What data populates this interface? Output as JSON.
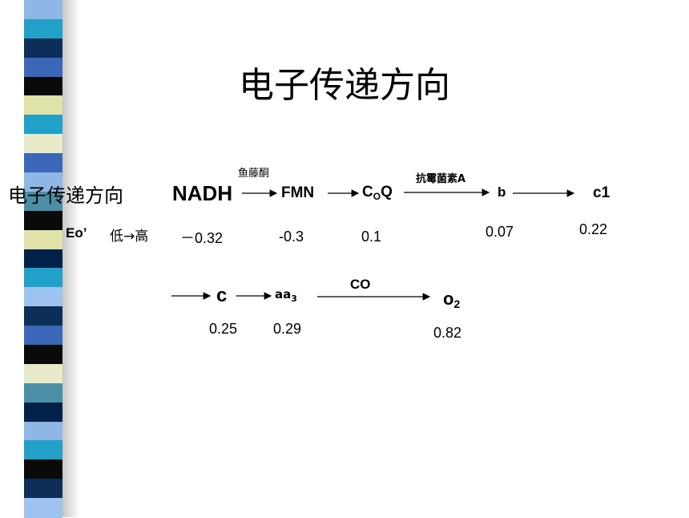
{
  "colors": {
    "stripe": [
      "#8fb7e6",
      "#21a0c8",
      "#0d2e58",
      "#3a67b8",
      "#e0e2a8",
      "#0a0a0a",
      "#e8e9c8",
      "#4a8fa6",
      "#00214a",
      "#9dc3f0"
    ]
  },
  "title": "电子传递方向",
  "row_label": "电子传递方向",
  "eo_label": "Eo’",
  "eo_direction": "低→高",
  "chain1": {
    "nadh": "NADH",
    "inhibitor1": "鱼藤酮",
    "fmn": "FMN",
    "coq_c": "C",
    "coq_sub": "O",
    "coq_q": "Q",
    "inhibitor2": "抗霉菌素A",
    "b": "b",
    "c1": "c1"
  },
  "chain2": {
    "c": "c",
    "aa3": "aa",
    "aa3_sub": "3",
    "inhibitor3": "CO",
    "o2": "o",
    "o2_sub": "2"
  },
  "potentials": {
    "nadh": "－0.32",
    "fmn": "-0.3",
    "coq": "0.1",
    "b": "0.07",
    "c1": "0.22",
    "c": "0.25",
    "aa3": "0.29",
    "o2": "0.82"
  }
}
